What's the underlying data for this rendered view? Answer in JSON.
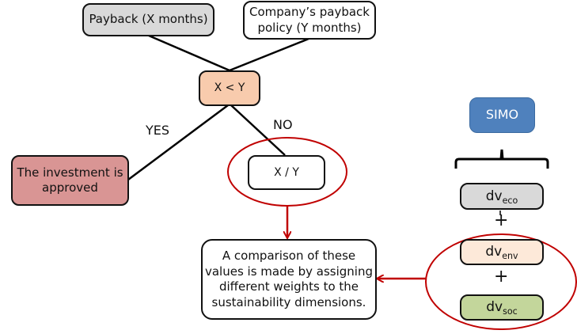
{
  "nodes": {
    "payback": {
      "text": "Payback (X months)",
      "color": "#d9d9d9"
    },
    "policy": {
      "line1": "Company’s payback",
      "line2": "policy (Y months)",
      "color": "#ffffff"
    },
    "condition": {
      "text": "X < Y",
      "color": "#f8cbad"
    },
    "approved": {
      "line1": "The investment is",
      "line2": "approved",
      "color": "#d99594"
    },
    "ratio": {
      "text": "X / Y",
      "color": "#ffffff"
    },
    "comparison": {
      "lines": [
        "A comparison of these",
        "values is made by assigning",
        "different weights to the",
        "sustainability dimensions."
      ],
      "color": "#ffffff"
    },
    "simo": {
      "text": "SIMO",
      "color": "#4f81bd"
    },
    "dv_eco": {
      "base": "dv",
      "sub": "eco",
      "color": "#d9d9d9"
    },
    "dv_env": {
      "base": "dv",
      "sub": "env",
      "color": "#fde9d9"
    },
    "dv_soc": {
      "base": "dv",
      "sub": "soc",
      "color": "#c3d69b"
    }
  },
  "labels": {
    "yes": "YES",
    "no": "NO",
    "plus": "+"
  },
  "colors": {
    "highlight": "#c00000",
    "connector": "#000000"
  }
}
